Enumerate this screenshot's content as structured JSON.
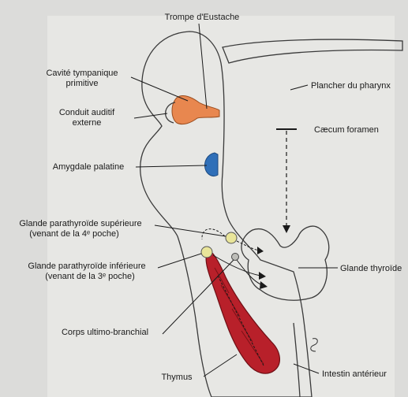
{
  "labels": {
    "trompe": "Trompe d'Eustache",
    "cavite_l1": "Cavité tympanique",
    "cavite_l2": "primitive",
    "plancher": "Plancher du pharynx",
    "conduit_l1": "Conduit auditif",
    "conduit_l2": "externe",
    "caecum": "Cæcum foramen",
    "amygdale": "Amygdale palatine",
    "para_sup_l1": "Glande parathyroïde supérieure",
    "para_sup_l2": "(venant de la 4ᵉ poche)",
    "para_inf_l1": "Glande parathyroïde inférieure",
    "para_inf_l2": "(venant de la 3ᵉ poche)",
    "thyroide": "Glande thyroïde",
    "corps": "Corps ultimo-branchial",
    "thymus": "Thymus",
    "intestin": "Intestin antérieur"
  },
  "colors": {
    "background": "#dcdcda",
    "tissue": "#f2f2f0",
    "tympanic": "#e8874f",
    "tonsil": "#2f6fb8",
    "thymus": "#b8202a",
    "parathyroid": "#e9e59a",
    "ink": "#1a1a1a"
  }
}
